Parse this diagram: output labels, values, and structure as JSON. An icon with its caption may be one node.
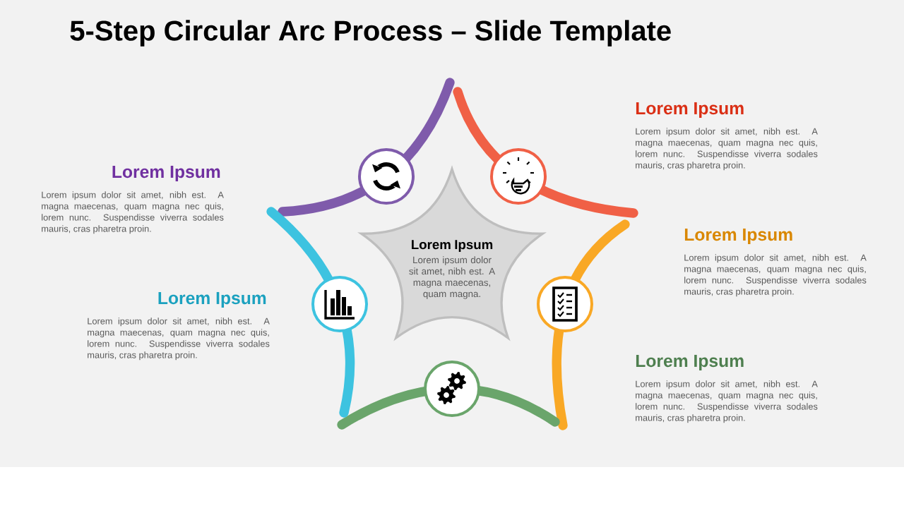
{
  "diagram": {
    "title": "5-Step Circular Arc Process – Slide Template",
    "nodes": [
      {
        "text": [],
        "shape": "circle"
      },
      {
        "text": [],
        "shape": "circle"
      },
      {
        "text": [
          "Lorem Ipsum",
          "Lorem ipsum dolor sit amet, nibh est. A magna maecenas, quam magna."
        ]
      },
      {
        "text": [],
        "shape": "circle"
      },
      {
        "text": [],
        "shape": "circle"
      },
      {
        "text": [],
        "shape": "circle"
      }
    ],
    "labels": [
      "Lorem Ipsum",
      "Lorem ipsum dolor sit amet, nibh est. A magna maecenas, quam magna nec quis, lorem nunc. Suspendisse viverra sodales mauris, cras pharetra proin.",
      "Lorem Ipsum",
      "Lorem ipsum dolor sit amet, nibh est. A magna maecenas, quam magna nec quis, lorem nunc. Suspendisse viverra sodales mauris, cras pharetra proin.",
      "Lorem Ipsum",
      "Lorem ipsum dolor sit amet, nibh est. A magna maecenas, quam magna nec quis, lorem nunc. Suspendisse viverra sodales mauris, cras pharetra proin.",
      "Lorem Ipsum",
      "Lorem ipsum dolor sit amet, nibh est. A magna maecenas, quam magna nec quis, lorem nunc. Suspendisse viverra sodales mauris, cras pharetra proin.",
      "Lorem Ipsum",
      "Lorem ipsum dolor sit amet, nibh est. A magna maecenas, quam magna nec quis, lorem nunc. Suspendisse viverra sodales mauris, cras pharetra proin."
    ]
  }
}
